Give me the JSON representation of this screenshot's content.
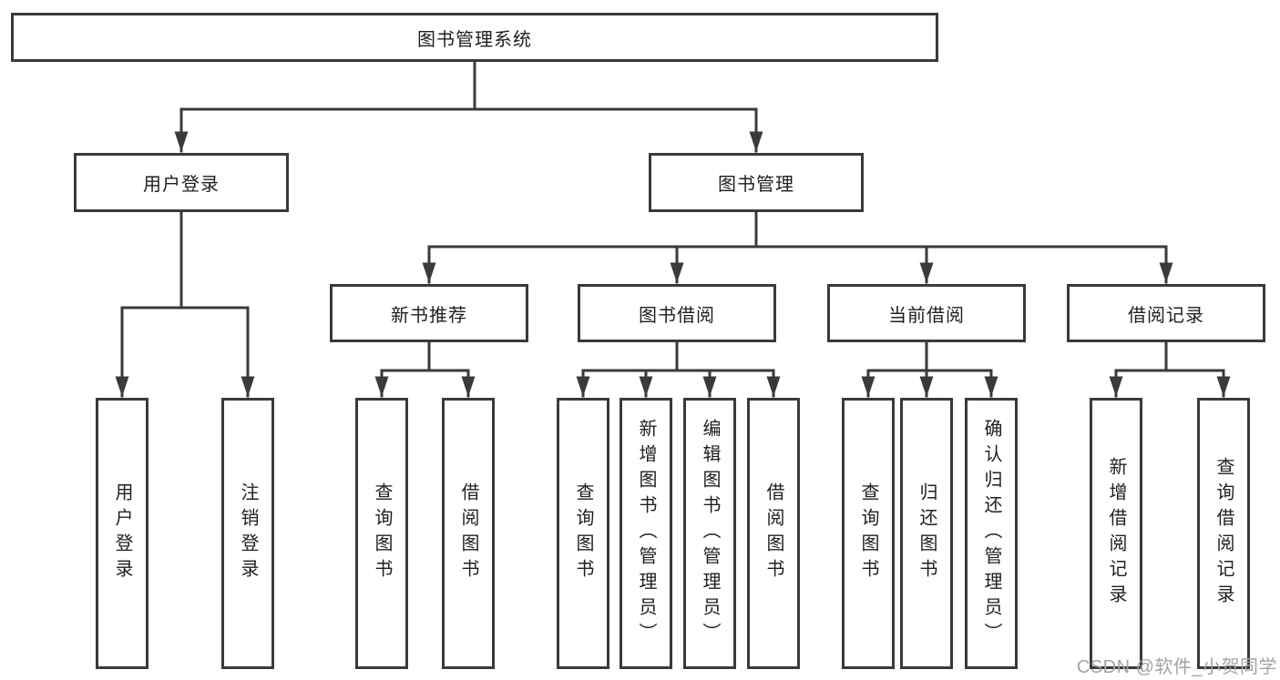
{
  "colors": {
    "background": "#ffffff",
    "line": "#3a3a3a",
    "box_border": "#3a3a3a",
    "text": "#1f1f1f",
    "watermark": "#a3a3a3"
  },
  "watermark": "CSDN @软件_小贺同学",
  "tree": {
    "root": {
      "label": "图书管理系统"
    },
    "branches": [
      {
        "label": "用户登录",
        "leaves": [
          {
            "label": "用户登录"
          },
          {
            "label": "注销登录"
          }
        ]
      },
      {
        "label": "图书管理",
        "children": [
          {
            "label": "新书推荐",
            "leaves": [
              {
                "label": "查询图书"
              },
              {
                "label": "借阅图书"
              }
            ]
          },
          {
            "label": "图书借阅",
            "leaves": [
              {
                "label": "查询图书"
              },
              {
                "label": "新增图书（管理员）"
              },
              {
                "label": "编辑图书（管理员）"
              },
              {
                "label": "借阅图书"
              }
            ]
          },
          {
            "label": "当前借阅",
            "leaves": [
              {
                "label": "查询图书"
              },
              {
                "label": "归还图书"
              },
              {
                "label": "确认归还（管理员）"
              }
            ]
          },
          {
            "label": "借阅记录",
            "leaves": [
              {
                "label": "新增借阅记录"
              },
              {
                "label": "查询借阅记录"
              }
            ]
          }
        ]
      }
    ]
  }
}
